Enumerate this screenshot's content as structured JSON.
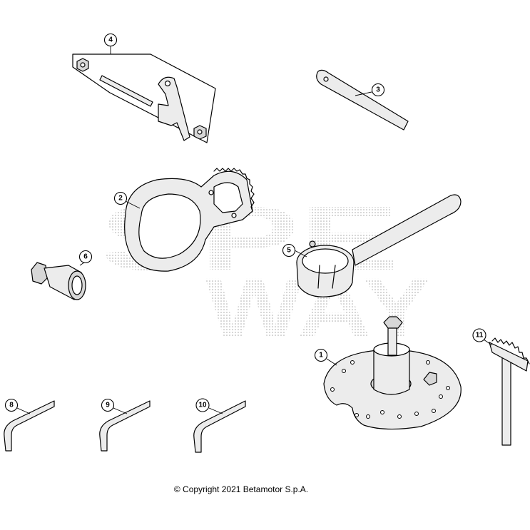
{
  "callouts": {
    "c1": "1",
    "c2": "2",
    "c3": "3",
    "c4": "4",
    "c5": "5",
    "c6": "6",
    "c8": "8",
    "c9": "9",
    "c10": "10",
    "c11": "11"
  },
  "watermark": {
    "line1": "SPE",
    "line2": "WAY"
  },
  "copyright": "© Copyright 2021 Betamotor S.p.A."
}
